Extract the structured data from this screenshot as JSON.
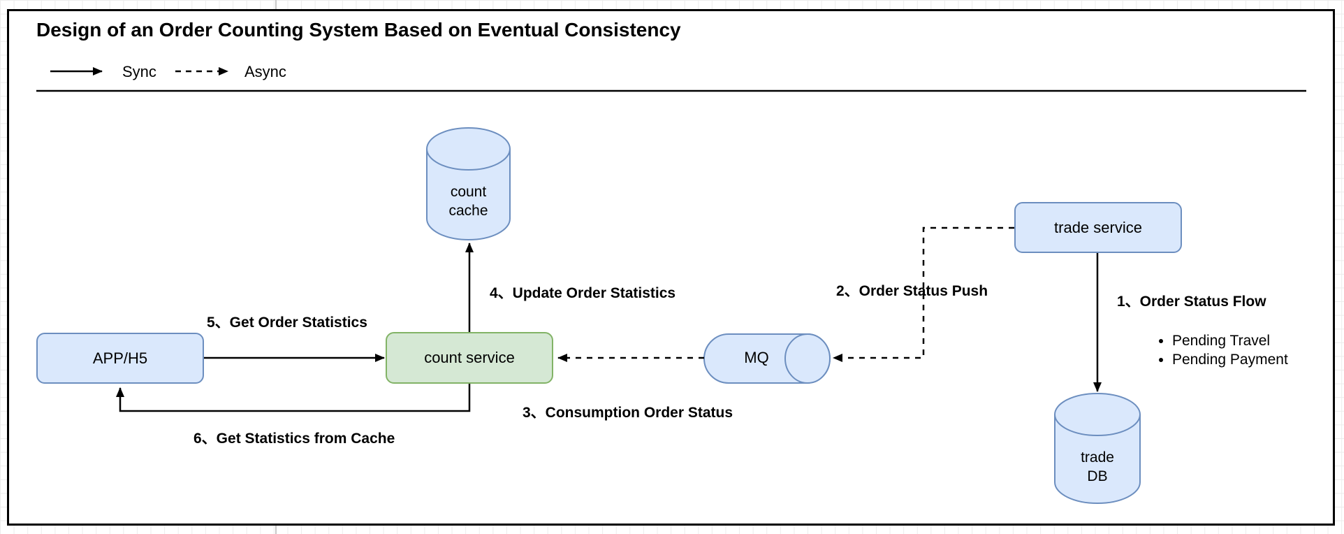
{
  "title": "Design of an Order Counting System Based on Eventual Consistency",
  "legend": {
    "sync_label": "Sync",
    "async_label": "Async"
  },
  "nodes": {
    "app": {
      "label": "APP/H5"
    },
    "count_service": {
      "label": "count service"
    },
    "trade_service": {
      "label": "trade service"
    },
    "mq": {
      "label": "MQ"
    },
    "count_cache": {
      "line1": "count",
      "line2": "cache"
    },
    "trade_db": {
      "line1": "trade",
      "line2": "DB"
    }
  },
  "flow_labels": {
    "step1": "1、Order Status Flow",
    "step2": "2、Order Status Push",
    "step3": "3、Consumption Order Status",
    "step4": "4、Update Order Statistics",
    "step5": "5、Get Order Statistics",
    "step6": "6、Get Statistics from Cache"
  },
  "order_status_list": [
    "Pending Travel",
    "Pending Payment"
  ],
  "colors": {
    "blue_fill": "#dae8fc",
    "blue_stroke": "#6c8ebf",
    "green_fill": "#d5e8d4",
    "green_stroke": "#82b366",
    "line": "#000000",
    "grid": "#ececec"
  }
}
